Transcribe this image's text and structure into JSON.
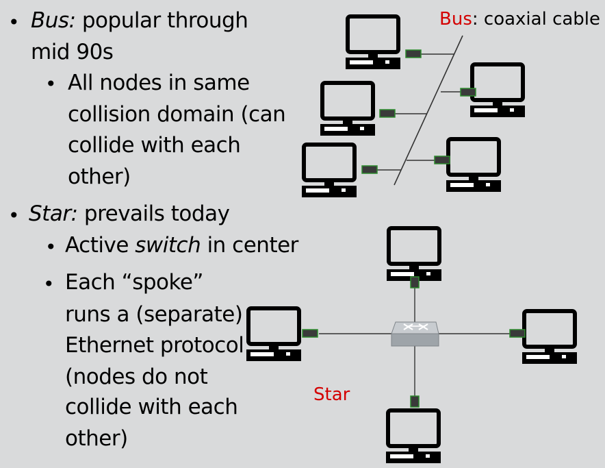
{
  "bullets": {
    "bus": {
      "term": "Bus:",
      "rest": " popular through",
      "line2": "mid 90s",
      "sub": [
        "All nodes in same",
        "collision domain (can",
        "collide with each",
        "other)"
      ]
    },
    "star": {
      "term": "Star:",
      "rest": " prevails today",
      "sub1_pre": "Active ",
      "sub1_em": "switch",
      "sub1_post": " in center",
      "sub2": [
        "Each “spoke”",
        "runs a (separate)",
        "Ethernet protocol",
        "(nodes do not",
        "collide with each",
        "other)"
      ]
    }
  },
  "diagram": {
    "bus_label_red": "Bus",
    "bus_label_rest": ": coaxial cable",
    "star_label": "Star"
  },
  "colors": {
    "background": "#d9dadb",
    "accent_red": "#d40000",
    "connector": "#3a3a3a",
    "connector_border": "#2e8b2e"
  }
}
